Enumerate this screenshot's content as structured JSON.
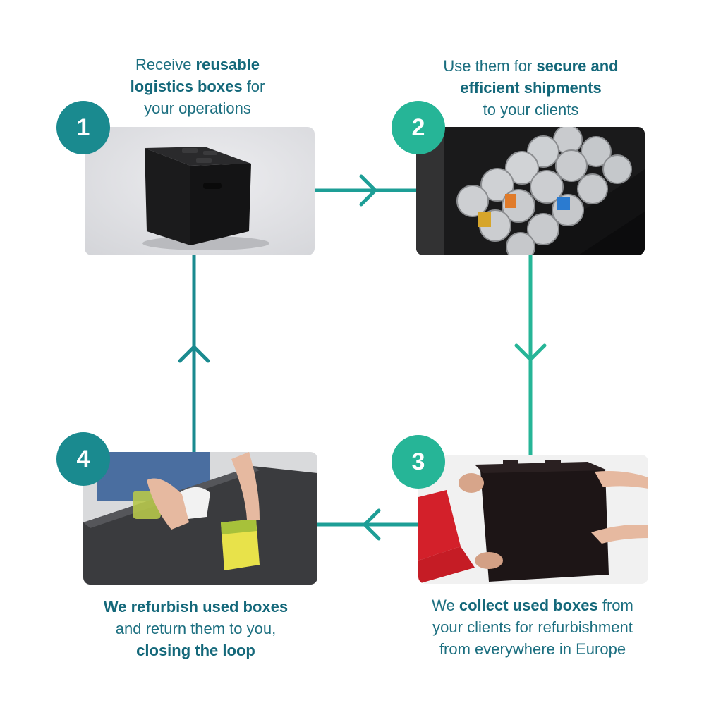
{
  "steps": [
    {
      "number": "1",
      "caption": {
        "line1": {
          "pre": "Receive ",
          "bold": "reusable",
          "post": ""
        },
        "line2": {
          "pre": "",
          "bold": "logistics boxes",
          "post": " for"
        },
        "line3": {
          "pre": "your operations",
          "bold": "",
          "post": ""
        }
      },
      "photo_subject": "black reusable box"
    },
    {
      "number": "2",
      "caption": {
        "line1": {
          "pre": "Use them for ",
          "bold": "secure and",
          "post": ""
        },
        "line2": {
          "pre": "",
          "bold": "efficient shipments",
          "post": ""
        },
        "line3": {
          "pre": "to your clients",
          "bold": "",
          "post": ""
        }
      },
      "photo_subject": "box filled with cans"
    },
    {
      "number": "3",
      "caption": {
        "line1": {
          "pre": "We ",
          "bold": "collect used boxes",
          "post": " from"
        },
        "line2": {
          "pre": "your clients for refurbishment",
          "bold": "",
          "post": ""
        },
        "line3": {
          "pre": "from everywhere in Europe",
          "bold": "",
          "post": ""
        }
      },
      "photo_subject": "box handed over between hands"
    },
    {
      "number": "4",
      "caption": {
        "line1": {
          "pre": "",
          "bold": "We refurbish used boxes",
          "post": ""
        },
        "line2": {
          "pre": "and return them to you,",
          "bold": "",
          "post": ""
        },
        "line3": {
          "pre": "",
          "bold": "closing the loop",
          "post": ""
        }
      },
      "photo_subject": "cleaning a box panel with spray and sponge"
    }
  ],
  "colors": {
    "teal_dark": "#1a8a8f",
    "teal_light": "#26b597",
    "text": "#1c6f80"
  }
}
